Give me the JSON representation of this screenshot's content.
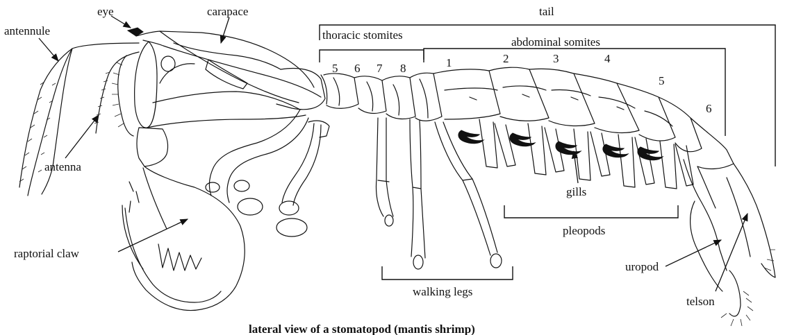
{
  "labels": {
    "antennule": "antennule",
    "eye": "eye",
    "carapace": "carapace",
    "antenna": "antenna",
    "raptorial_claw": "raptorial claw",
    "tail": "tail",
    "thoracic_stomites": "thoracic stomites",
    "abdominal_somites": "abdominal somites",
    "walking_legs": "walking legs",
    "gills": "gills",
    "pleopods": "pleopods",
    "uropod": "uropod",
    "telson": "telson"
  },
  "thoracic_numbers": [
    "5",
    "6",
    "7",
    "8"
  ],
  "abdominal_numbers": [
    "1",
    "2",
    "3",
    "4",
    "5",
    "6"
  ],
  "caption": "lateral view of a stomatopod (mantis shrimp)"
}
